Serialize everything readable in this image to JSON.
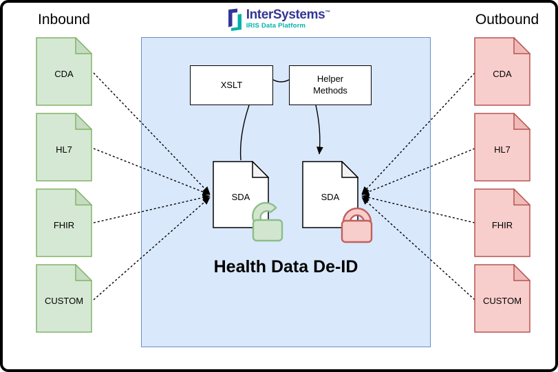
{
  "logo": {
    "brand": "InterSystems",
    "trademark": "™",
    "platform": "IRIS Data Platform"
  },
  "headers": {
    "inbound": "Inbound",
    "outbound": "Outbound"
  },
  "inbound_docs": [
    {
      "label": "CDA"
    },
    {
      "label": "HL7"
    },
    {
      "label": "FHIR"
    },
    {
      "label": "CUSTOM"
    }
  ],
  "outbound_docs": [
    {
      "label": "CDA"
    },
    {
      "label": "HL7"
    },
    {
      "label": "FHIR"
    },
    {
      "label": "CUSTOM"
    }
  ],
  "pipeline": {
    "title": "Health Data De-ID",
    "xslt_label": "XSLT",
    "helper_label": "Helper Methods",
    "sda_source_label": "SDA",
    "sda_deid_label": "SDA"
  },
  "icons": {
    "unlocked_icon": "open padlock (identified data unlocked)",
    "locked_icon": "closed padlock (de-identified data locked)"
  },
  "colors": {
    "inbound_doc_fill": "#d5e8d4",
    "inbound_doc_stroke": "#82b366",
    "outbound_doc_fill": "#f8cecc",
    "outbound_doc_stroke": "#b85450",
    "container_fill": "#dae8fc",
    "container_stroke": "#6c8ebf",
    "unlock_green_stroke": "#8cbd88",
    "lock_red_stroke": "#b85450",
    "brand_indigo": "#333695",
    "brand_teal": "#00b1aa"
  }
}
